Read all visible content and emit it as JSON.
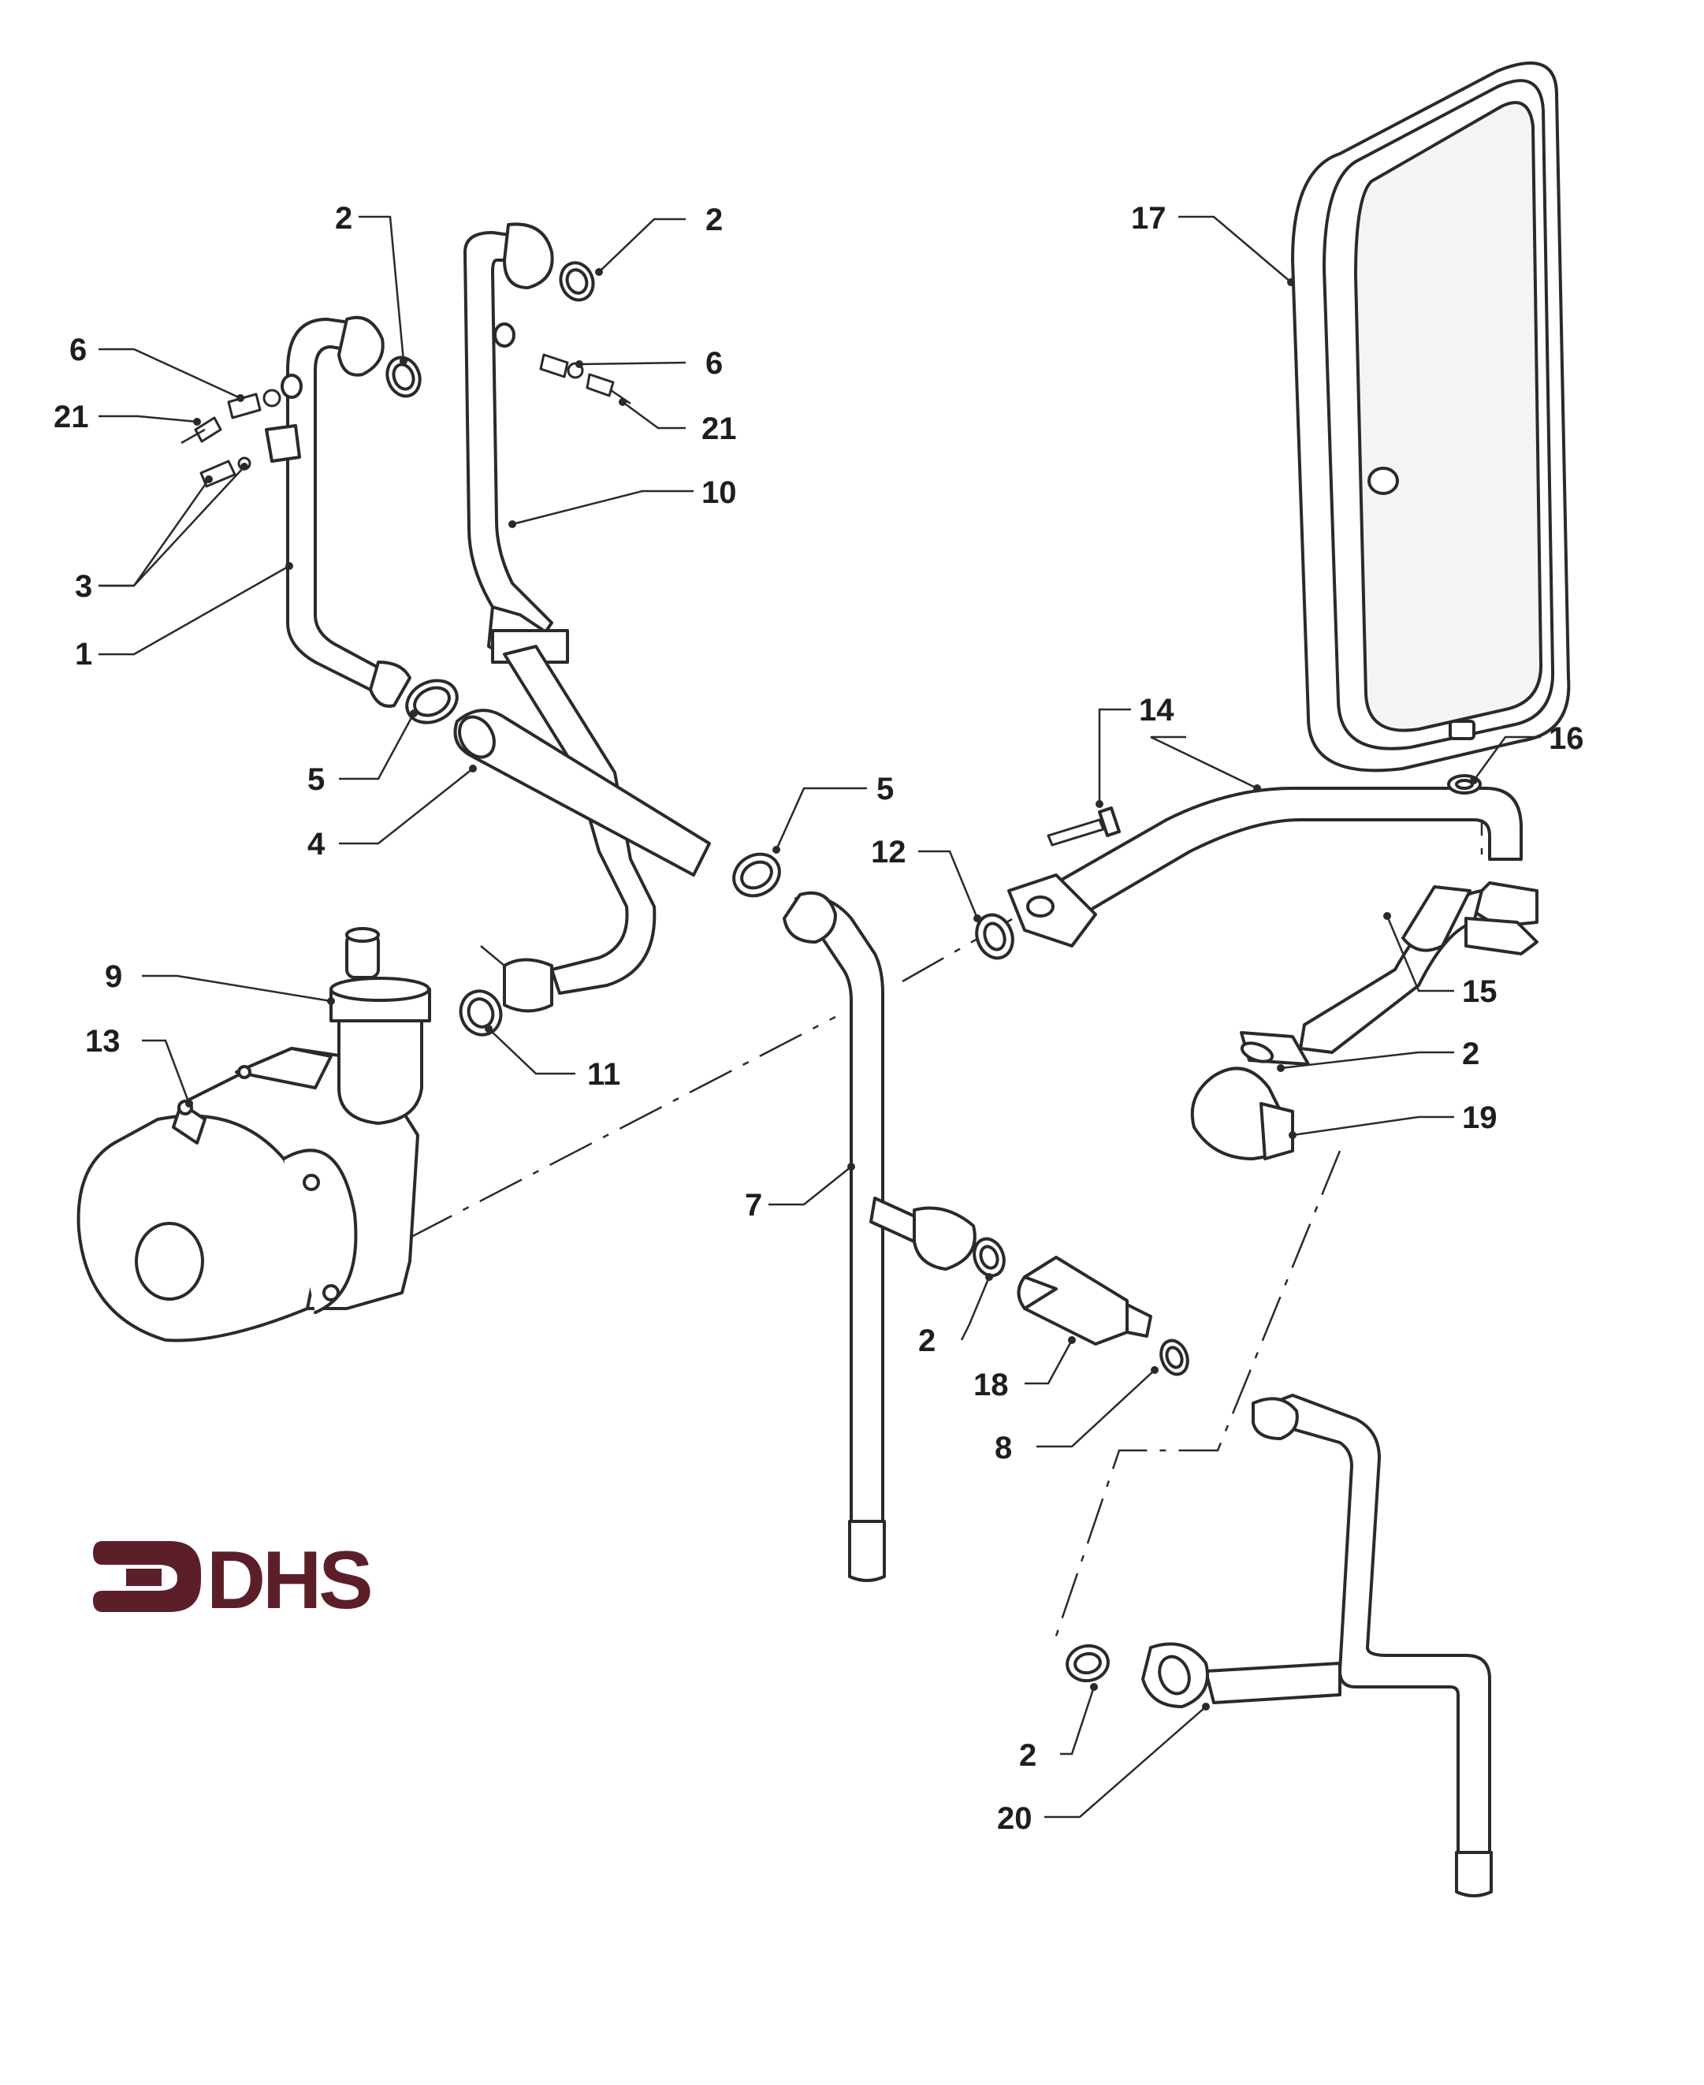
{
  "brand": {
    "logo_text": "DHS",
    "logo_color": "#5c1f2a"
  },
  "callouts": {
    "c1": "1",
    "c2a": "2",
    "c2b": "2",
    "c2c": "2",
    "c2d": "2",
    "c2e": "2",
    "c3": "3",
    "c4": "4",
    "c5a": "5",
    "c5b": "5",
    "c6a": "6",
    "c6b": "6",
    "c7": "7",
    "c8": "8",
    "c9": "9",
    "c10": "10",
    "c11": "11",
    "c12": "12",
    "c13": "13",
    "c14": "14",
    "c15": "15",
    "c16": "16",
    "c17": "17",
    "c18": "18",
    "c19": "19",
    "c20": "20",
    "c21a": "21",
    "c21b": "21"
  }
}
